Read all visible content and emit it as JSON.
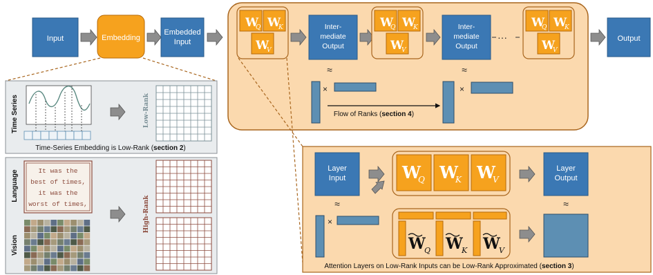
{
  "pipeline": {
    "input": "Input",
    "embedding": "Embedding",
    "embedded_input": [
      "Embedded",
      "Input"
    ],
    "intermediate_output": [
      "Inter-",
      "mediate",
      "Output"
    ],
    "ellipsis": "···",
    "output": "Output",
    "approx_symbol": "≈",
    "times_symbol": "×"
  },
  "weights": {
    "letter": "W",
    "q": "Q",
    "k": "K",
    "v": "V"
  },
  "flow_caption": {
    "prefix": "Flow of Ranks (",
    "bold": "section 4",
    "suffix": ")"
  },
  "time_series_panel": {
    "side_label": "Time Series",
    "rank_label": "Low-Rank",
    "caption_prefix": "Time-Series Embedding is Low-Rank (",
    "caption_bold": "section 2",
    "caption_suffix": ")"
  },
  "language_vision_panel": {
    "language_label": "Language",
    "vision_label": "Vision",
    "rank_label": "High-Rank",
    "quote_lines": [
      "It was the",
      "best of times,",
      "it was the",
      "worst of times,"
    ]
  },
  "attention_panel": {
    "layer_input": [
      "Layer",
      "Input"
    ],
    "layer_output": [
      "Layer",
      "Output"
    ],
    "caption_prefix": "Attention Layers on Low-Rank Inputs can be Low-Rank Approximated (",
    "caption_bold": "section 3",
    "caption_suffix": ")"
  },
  "colors": {
    "blue_box": "#3b78b4",
    "orange_box": "#f6a21e",
    "panel_fill": "#fbd9ae",
    "panel_stroke": "#a8651d",
    "gray_panel": "#e9ecee",
    "gray_stroke": "#8a8f94",
    "bar_fill": "#5d8fb3",
    "arrow_gray": "#8d8d8d",
    "brown_text": "#8b4a3c",
    "rank_green": "#7a8f96"
  }
}
